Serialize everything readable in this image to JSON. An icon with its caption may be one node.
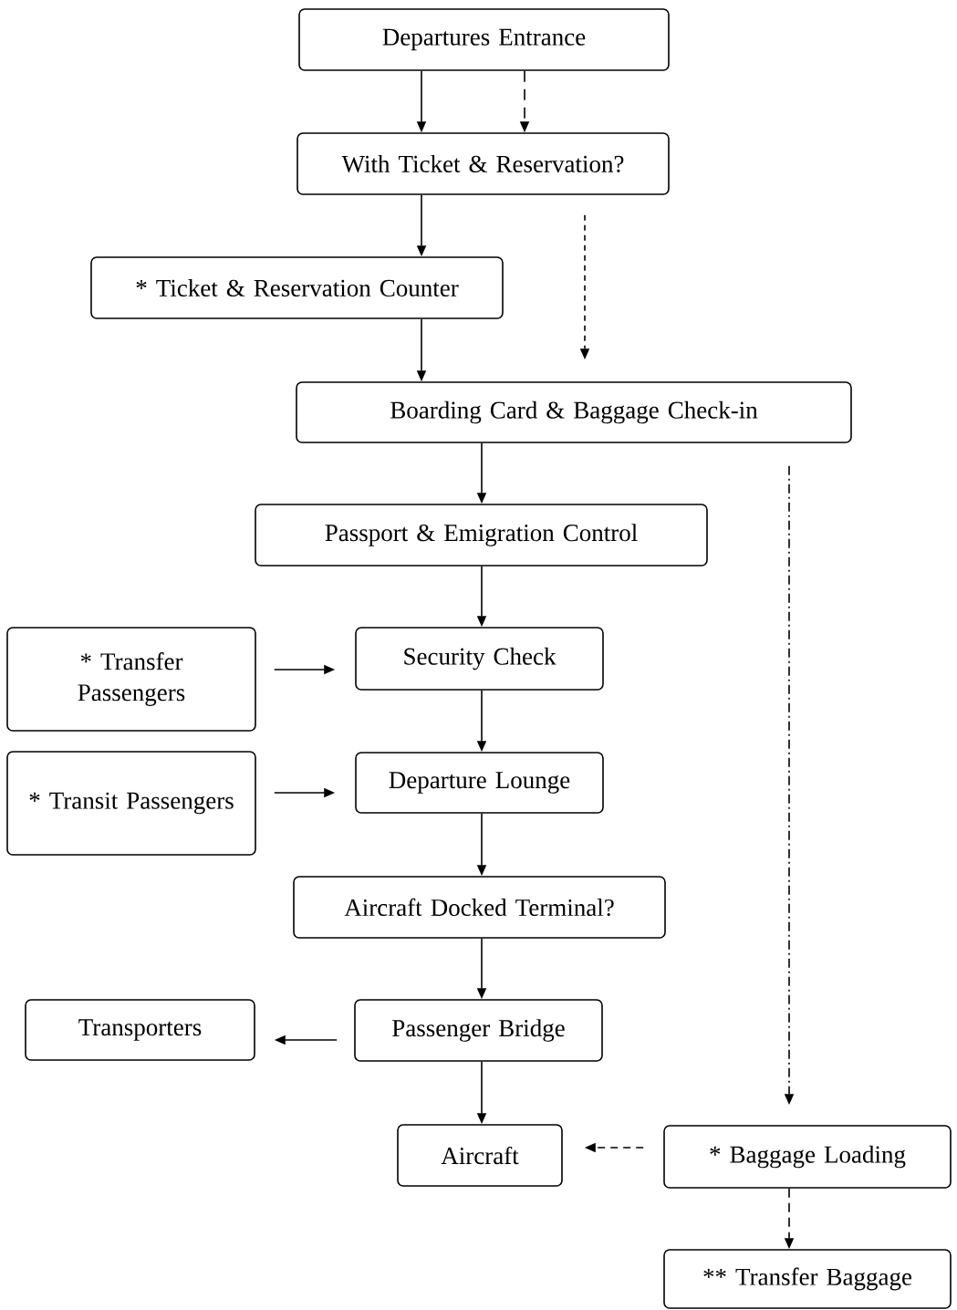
{
  "diagram": {
    "nodes": [
      {
        "text": [
          "Departures Entrance"
        ]
      },
      {
        "text": [
          "With Ticket & Reservation?"
        ]
      },
      {
        "text": [
          "* Ticket & Reservation Counter"
        ]
      },
      {
        "text": [
          "Boarding Card & Baggage Check-in"
        ]
      },
      {
        "text": [
          "Passport & Emigration Control"
        ]
      },
      {
        "text": [
          "* Transfer Passengers"
        ]
      },
      {
        "text": [
          "Security Check"
        ]
      },
      {
        "text": [
          "* Transit Passengers"
        ]
      },
      {
        "text": [
          "Departure Lounge"
        ]
      },
      {
        "text": [
          "Aircraft Docked Terminal?"
        ]
      },
      {
        "text": [
          "Transporters"
        ]
      },
      {
        "text": [
          "Passenger Bridge"
        ]
      },
      {
        "text": [
          "Aircraft"
        ]
      },
      {
        "text": [
          "* Baggage Loading"
        ]
      },
      {
        "text": [
          "** Transfer Baggage"
        ]
      }
    ],
    "edges": [
      {
        "from": 0,
        "to": 1,
        "arrow": "to"
      },
      {
        "from": 0,
        "to": 1,
        "arrow": "to",
        "style": "dashed"
      },
      {
        "from": 1,
        "to": 2,
        "arrow": "to"
      },
      {
        "from": 1,
        "to": 3,
        "arrow": "to",
        "style": "dashed"
      },
      {
        "from": 2,
        "to": 3,
        "arrow": "to"
      },
      {
        "from": 3,
        "to": 4,
        "arrow": "to"
      },
      {
        "from": 4,
        "to": 6,
        "arrow": "to"
      },
      {
        "from": 5,
        "to": 6,
        "arrow": "to"
      },
      {
        "from": 6,
        "to": 8,
        "arrow": "to"
      },
      {
        "from": 7,
        "to": 8,
        "arrow": "to"
      },
      {
        "from": 8,
        "to": 9,
        "arrow": "to"
      },
      {
        "from": 9,
        "to": 11,
        "arrow": "to"
      },
      {
        "from": 11,
        "to": 10,
        "arrow": "to"
      },
      {
        "from": 11,
        "to": 12,
        "arrow": "to"
      },
      {
        "from": 3,
        "to": 13,
        "arrow": "to",
        "style": "dashed"
      },
      {
        "from": 13,
        "to": 12,
        "arrow": "to",
        "style": "dashed"
      },
      {
        "from": 13,
        "to": 14,
        "arrow": "to",
        "style": "dashed"
      }
    ]
  }
}
